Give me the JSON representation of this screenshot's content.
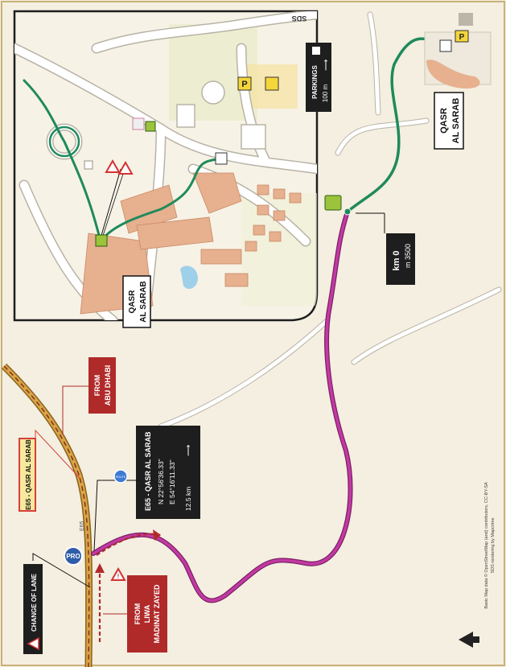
{
  "inset": {
    "place": [
      "QASR",
      "AL SARAB"
    ],
    "parkings": {
      "label": "PARKINGS",
      "distance": "100 m"
    },
    "corner_mark": "SDS"
  },
  "main": {
    "place": [
      "QASR",
      "AL SARAB"
    ],
    "km0": {
      "km": "km 0",
      "m": "m 3500"
    },
    "route_info": {
      "title": "E65 - QASR AL SARAB",
      "lat": "N  22°56'36.33\"",
      "lon": "E  54°16'11.33\"",
      "dist": "12.5 km"
    },
    "e65_tag": "E65 - QASR AL SARAB",
    "road_label": "E65",
    "from_abu": [
      "FROM",
      "ABU DHABI"
    ],
    "from_liwa": [
      "FROM",
      "LIWA",
      "MADINAT ZAYED"
    ],
    "change_lane": "CHANGE OF LANE",
    "pro_badge": "PRO",
    "route_badge": "ROUTE",
    "credit": [
      "Basic Map data © OpenStreetMap (and) contributors, CC-BY-SA",
      "SDS rendering by Mapcrime"
    ]
  },
  "colors": {
    "background": "#f4efe0",
    "road": "#ffffff",
    "road_edge": "#b8b3a6",
    "route_magenta": "#b0318f",
    "route_green": "#1f8a5c",
    "access_red": "#b02a2a",
    "highway_orange": "#c49236",
    "box_dark": "#1e1e1e",
    "building": "#e7b08f",
    "parking_yellow": "#f4d63a"
  }
}
